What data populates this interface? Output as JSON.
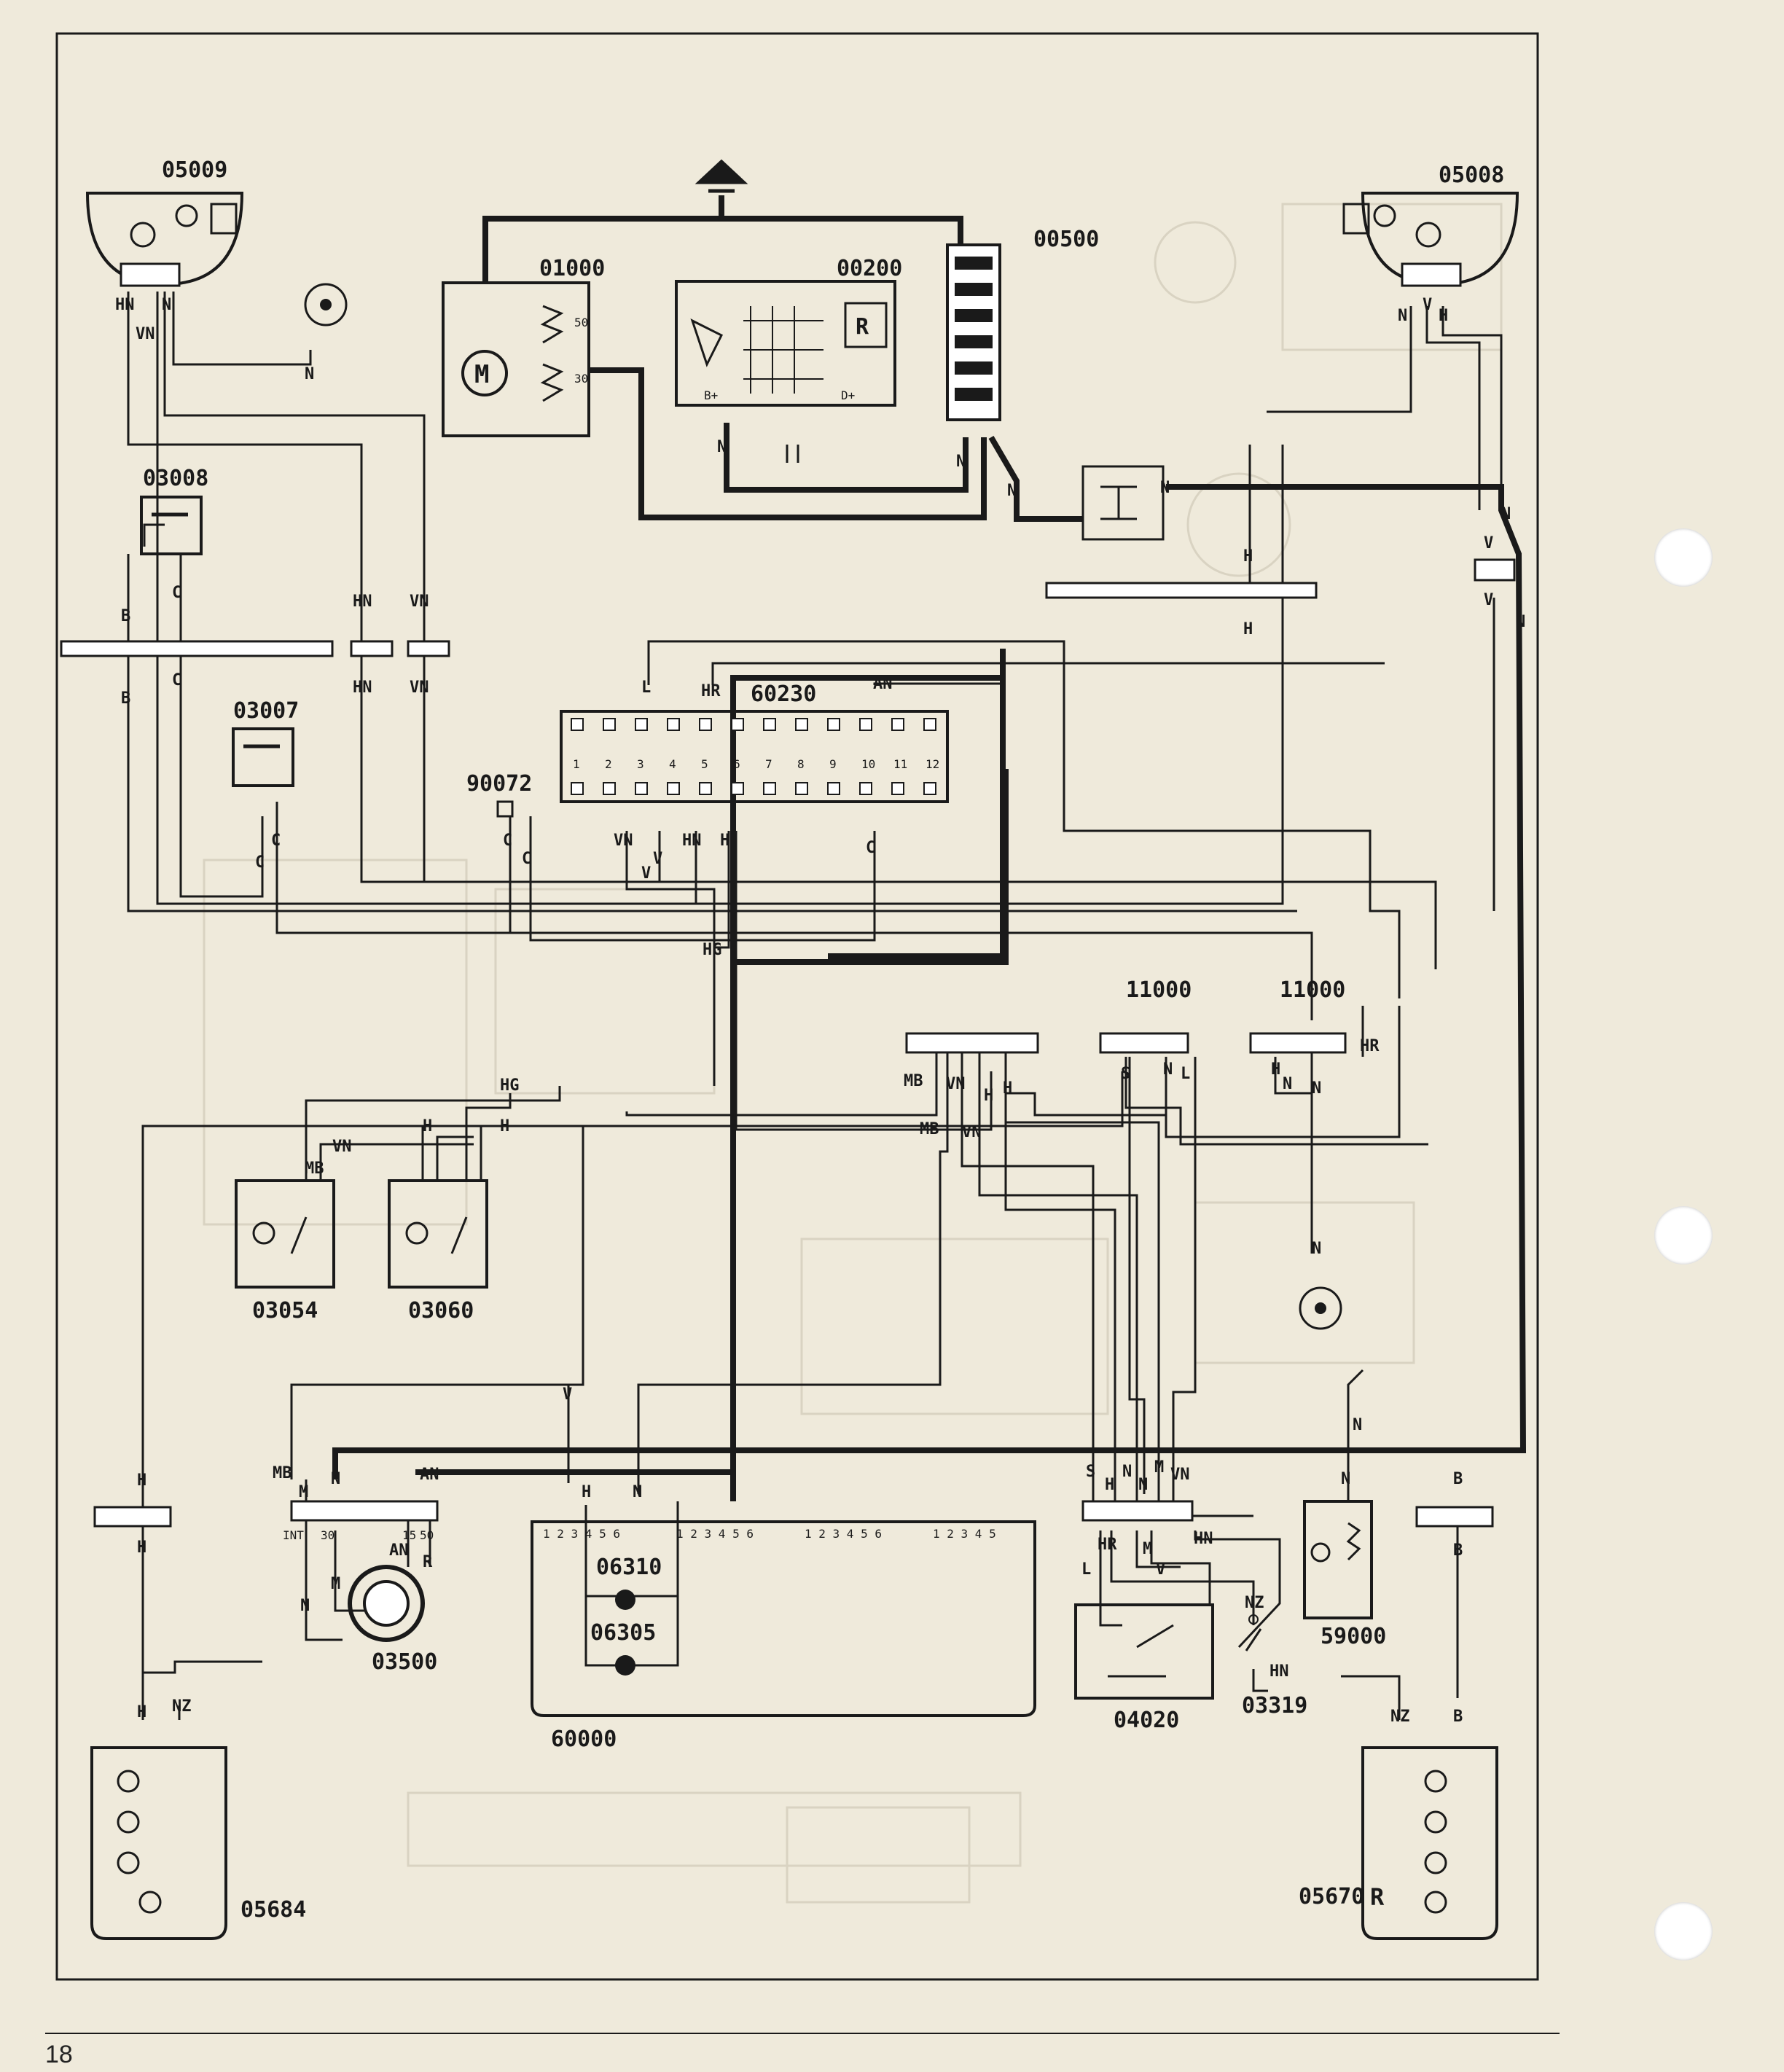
{
  "page": {
    "number": "18"
  },
  "components": {
    "c05009": "05009",
    "c05008": "05008",
    "c01000": "01000",
    "c00200": "00200",
    "c00500": "00500",
    "c03008": "03008",
    "c03007": "03007",
    "c90072": "90072",
    "c60230": "60230",
    "c11000a": "11000",
    "c11000b": "11000",
    "c03054": "03054",
    "c03060": "03060",
    "c03500": "03500",
    "c06310": "06310",
    "c06305": "06305",
    "c60000": "60000",
    "c04020": "04020",
    "c03319": "03319",
    "c59000": "59000",
    "c05684": "05684",
    "c05670": "05670"
  },
  "symbols": {
    "motor": "M",
    "regulator": "R",
    "rear_lamp_marker": "R"
  },
  "wire_colors": {
    "HN": "HN",
    "VN": "VN",
    "N": "N",
    "V": "V",
    "H": "H",
    "B": "B",
    "C": "C",
    "L": "L",
    "HR": "HR",
    "AN": "AN",
    "HG": "HG",
    "MB": "MB",
    "M": "M",
    "S": "S",
    "NZ": "NZ",
    "R": "R"
  },
  "terminals": {
    "t50": "50",
    "t30": "30",
    "int": "INT",
    "t15": "15",
    "bplus": "B+",
    "dplus": "D+"
  },
  "fusebox_numbers": [
    "1",
    "2",
    "3",
    "4",
    "5",
    "6",
    "7",
    "8",
    "9",
    "10",
    "11",
    "12"
  ],
  "connector_pins_60000": [
    "1 2 3 4 5 6",
    "1 2 3 4 5 6",
    "1 2 3 4 5 6",
    "1 2 3 4 5"
  ],
  "colors": {
    "paper": "#efeadb",
    "ink": "#1a1a1a",
    "ghost": "#d9d3c2"
  }
}
